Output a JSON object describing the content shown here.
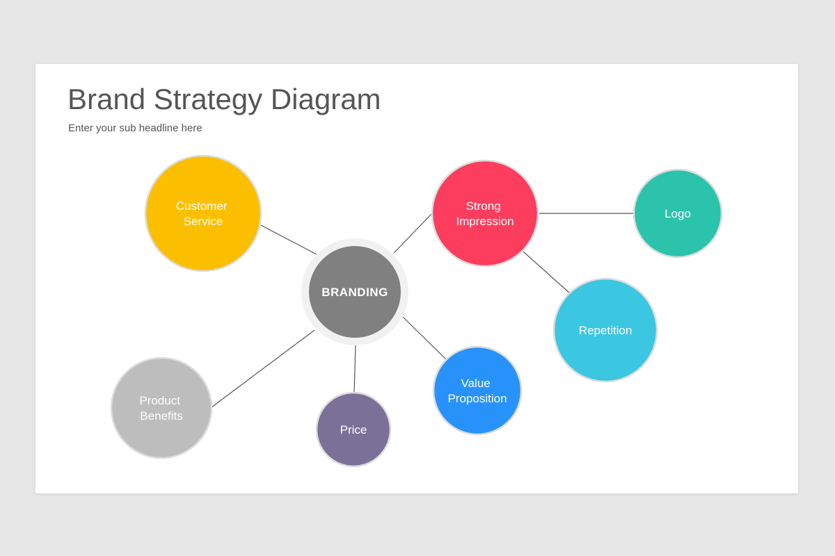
{
  "header": {
    "title": "Brand Strategy Diagram",
    "subtitle": "Enter your sub headline here"
  },
  "diagram": {
    "center": {
      "label": "BRANDING",
      "color": "#808080",
      "ring_color": "#f1f1f1"
    },
    "nodes": {
      "customer_service": {
        "lines": [
          "Customer",
          "Service"
        ],
        "color": "#fcbf00"
      },
      "strong_impression": {
        "lines": [
          "Strong",
          "Impression"
        ],
        "color": "#fc3d5e"
      },
      "logo": {
        "lines": [
          "Logo"
        ],
        "color": "#2bc3ab"
      },
      "repetition": {
        "lines": [
          "Repetition"
        ],
        "color": "#3bc6e1"
      },
      "value_proposition": {
        "lines": [
          "Value",
          "Proposition"
        ],
        "color": "#2892fb"
      },
      "price": {
        "lines": [
          "Price"
        ],
        "color": "#7b7097"
      },
      "product_benefits": {
        "lines": [
          "Product",
          "Benefits"
        ],
        "color": "#bdbdbd"
      }
    },
    "connector_color": "#555555",
    "node_border_color": "#dcdcdc"
  }
}
